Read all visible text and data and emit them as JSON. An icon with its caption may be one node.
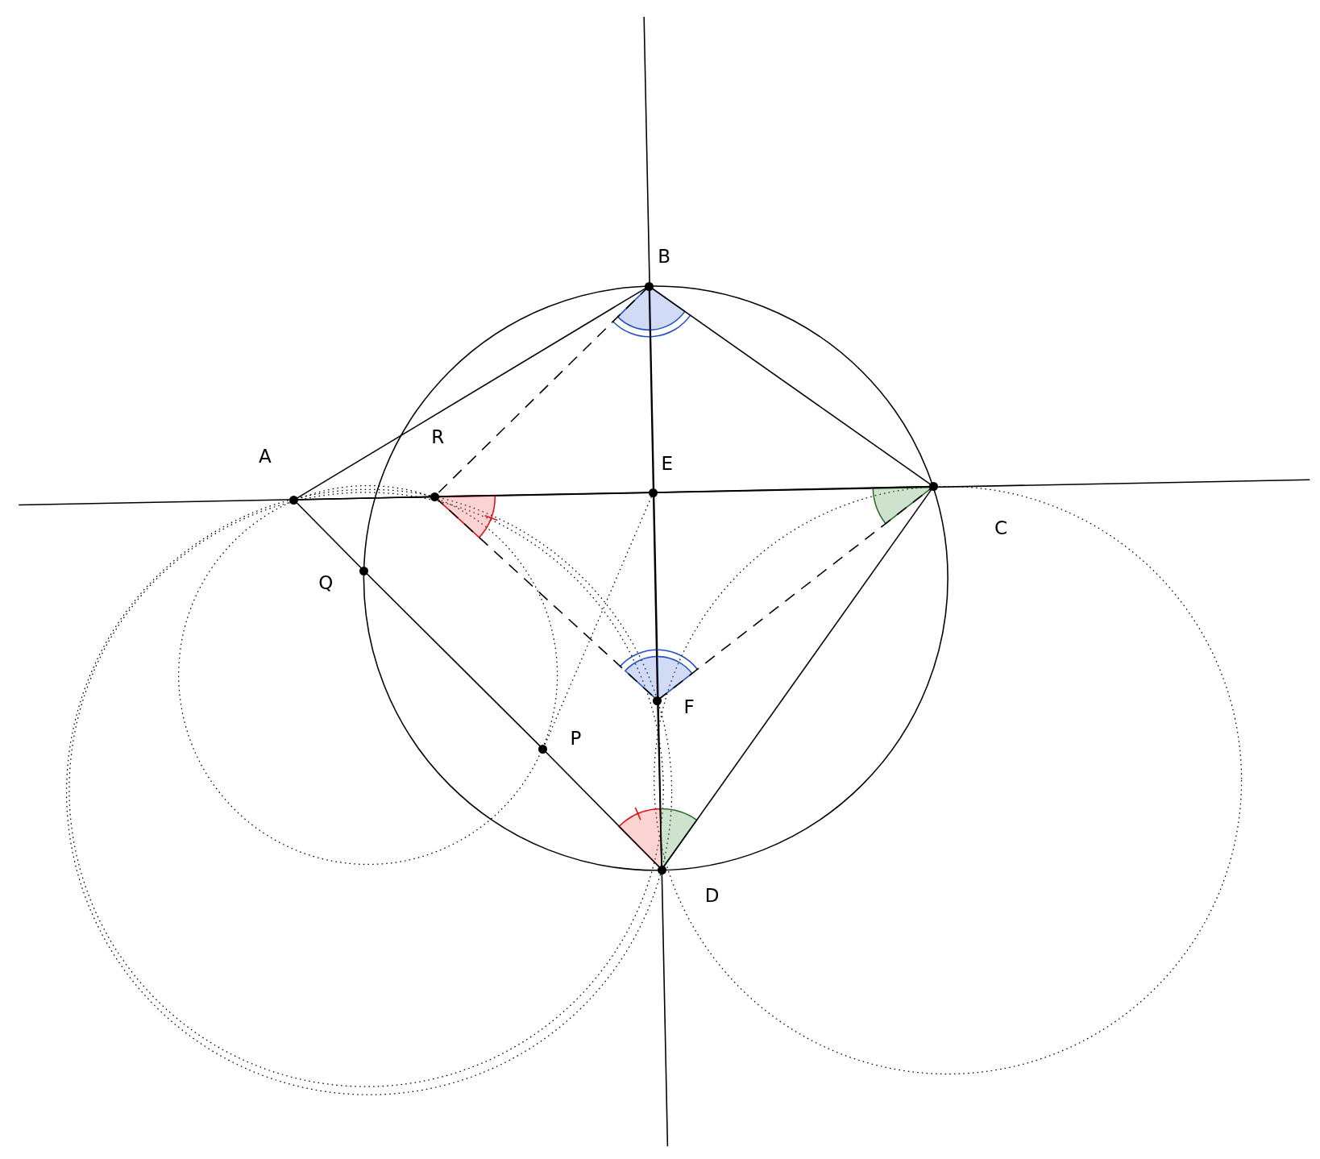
{
  "diagram": {
    "nodes": [
      {
        "text": [
          "A"
        ]
      },
      {
        "text": [
          "B"
        ]
      },
      {
        "text": [
          "C"
        ]
      },
      {
        "text": [
          "D"
        ]
      },
      {
        "text": [
          "E"
        ]
      },
      {
        "text": [
          "F"
        ]
      },
      {
        "text": [
          "P"
        ]
      },
      {
        "text": [
          "Q"
        ]
      },
      {
        "text": [
          "R"
        ]
      }
    ],
    "edges": [
      {
        "from": 0,
        "to": 1,
        "arrow": "none"
      },
      {
        "from": 1,
        "to": 2,
        "arrow": "none"
      },
      {
        "from": 2,
        "to": 3,
        "arrow": "none"
      },
      {
        "from": 0,
        "to": 7,
        "arrow": "none"
      },
      {
        "from": 7,
        "to": 6,
        "arrow": "none"
      },
      {
        "from": 6,
        "to": 3,
        "arrow": "none"
      },
      {
        "from": 1,
        "to": 4,
        "arrow": "none"
      },
      {
        "from": 4,
        "to": 5,
        "arrow": "none"
      },
      {
        "from": 5,
        "to": 3,
        "arrow": "none"
      },
      {
        "from": 0,
        "to": 8,
        "arrow": "none"
      },
      {
        "from": 8,
        "to": 4,
        "arrow": "none"
      },
      {
        "from": 4,
        "to": 2,
        "arrow": "none"
      },
      {
        "from": 1,
        "to": 8,
        "arrow": "none",
        "style": "dashed"
      },
      {
        "from": 8,
        "to": 5,
        "arrow": "none",
        "style": "dashed"
      },
      {
        "from": 5,
        "to": 2,
        "arrow": "none",
        "style": "dashed"
      }
    ]
  }
}
